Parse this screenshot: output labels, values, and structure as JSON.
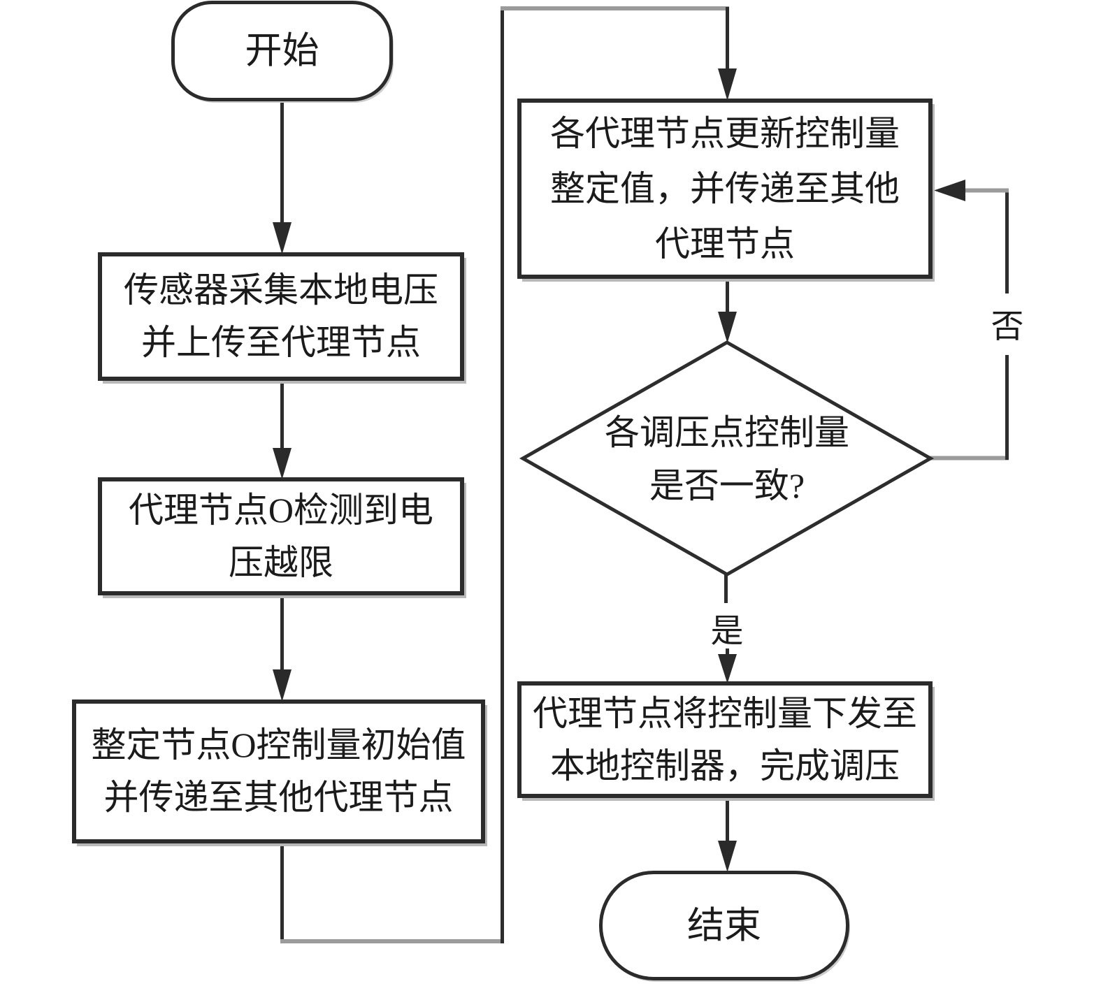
{
  "nodes": {
    "start": {
      "label": "开始"
    },
    "sensor_collect": {
      "lines": [
        "传感器采集本地电压",
        "并上传至代理节点"
      ]
    },
    "detect_violation": {
      "lines": [
        "代理节点O检测到电",
        "压越限"
      ]
    },
    "init_setpoint": {
      "lines": [
        "整定节点O控制量初始值",
        "并传递至其他代理节点"
      ]
    },
    "update_setpoint": {
      "lines": [
        "各代理节点更新控制量",
        "整定值，并传递至其他",
        "代理节点"
      ]
    },
    "decision": {
      "lines": [
        "各调压点控制量",
        "是否一致?"
      ]
    },
    "dispatch": {
      "lines": [
        "代理节点将控制量下发至",
        "本地控制器，完成调压"
      ]
    },
    "end": {
      "label": "结束"
    }
  },
  "edge_labels": {
    "yes": "是",
    "no": "否"
  },
  "colors": {
    "box_border": "#2b2b2b",
    "line_vertical": "#2d2d2d",
    "line_horizontal": "#9b9b9b",
    "arrow": "#2a2a2a",
    "text": "#1b1b1b",
    "shadow": "#b9b9b9",
    "background": "#ffffff"
  }
}
